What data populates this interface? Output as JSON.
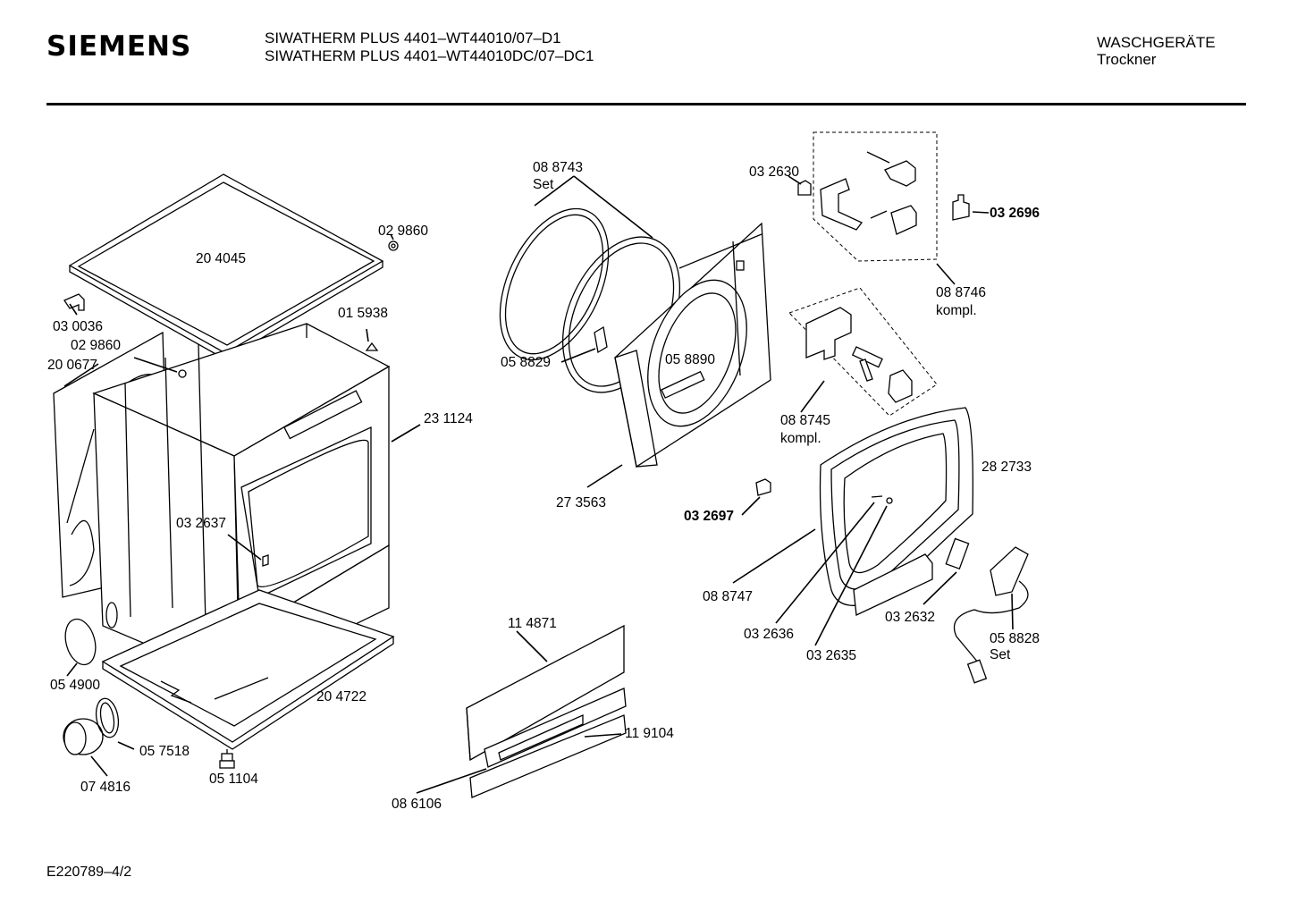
{
  "header": {
    "brand": "SIEMENS",
    "model_line_1": "SIWATHERM PLUS 4401–WT44010/07–D1",
    "model_line_2": "SIWATHERM PLUS 4401–WT44010DC/07–DC1",
    "category": "WASCHGERÄTE",
    "subcategory": "Trockner"
  },
  "footer": {
    "document_number": "E220789–4/2"
  },
  "parts": [
    {
      "number": "20 4045",
      "bold": false
    },
    {
      "number": "02 9860",
      "bold": false
    },
    {
      "number": "03 0036",
      "bold": false
    },
    {
      "number": "01 5938",
      "bold": false
    },
    {
      "number": "02 9860",
      "bold": false
    },
    {
      "number": "20 0677",
      "bold": false
    },
    {
      "number": "23 1124",
      "bold": false
    },
    {
      "number": "03 2637",
      "bold": false
    },
    {
      "number": "05 4900",
      "bold": false
    },
    {
      "number": "20 4722",
      "bold": false
    },
    {
      "number": "05 7518",
      "bold": false
    },
    {
      "number": "07 4816",
      "bold": false
    },
    {
      "number": "05 1104",
      "bold": false
    },
    {
      "number": "08 8743",
      "bold": false,
      "note": "Set"
    },
    {
      "number": "05 8829",
      "bold": false
    },
    {
      "number": "05 8890",
      "bold": false
    },
    {
      "number": "27 3563",
      "bold": false
    },
    {
      "number": "03 2630",
      "bold": false
    },
    {
      "number": "03 2696",
      "bold": true
    },
    {
      "number": "08 8746",
      "bold": false,
      "note": "kompl."
    },
    {
      "number": "08 8745",
      "bold": false,
      "note": "kompl."
    },
    {
      "number": "28 2733",
      "bold": false
    },
    {
      "number": "03 2697",
      "bold": true
    },
    {
      "number": "08 8747",
      "bold": false
    },
    {
      "number": "03 2636",
      "bold": false
    },
    {
      "number": "03 2635",
      "bold": false
    },
    {
      "number": "03 2632",
      "bold": false
    },
    {
      "number": "05 8828",
      "bold": false,
      "note": "Set"
    },
    {
      "number": "11 4871",
      "bold": false
    },
    {
      "number": "11 9104",
      "bold": false
    },
    {
      "number": "08 6106",
      "bold": false
    }
  ]
}
